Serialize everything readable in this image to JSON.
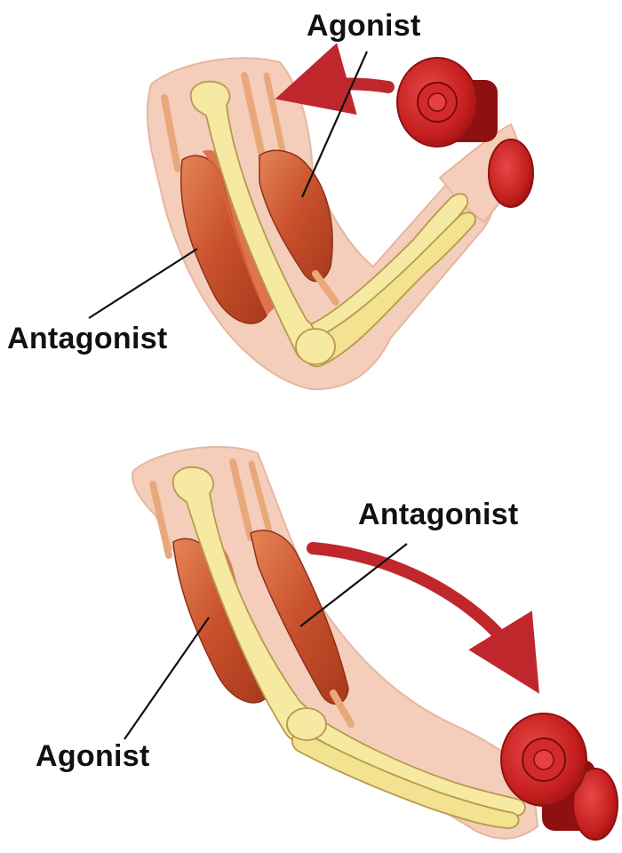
{
  "top_panel": {
    "agonist_label": "Agonist",
    "antagonist_label": "Antagonist"
  },
  "bottom_panel": {
    "antagonist_label": "Antagonist",
    "agonist_label": "Agonist"
  },
  "colors": {
    "skin": "#f4cdbb",
    "skin_shadow": "#e9b09b",
    "bone": "#f6e9a2",
    "bone_outline": "#b79a4c",
    "muscle": "#c8502c",
    "muscle_light": "#e07a4a",
    "tendon": "#e9a87a",
    "dumbbell": "#c41d1d",
    "dumbbell_dark": "#8e1010",
    "arrow": "#c0272d"
  }
}
